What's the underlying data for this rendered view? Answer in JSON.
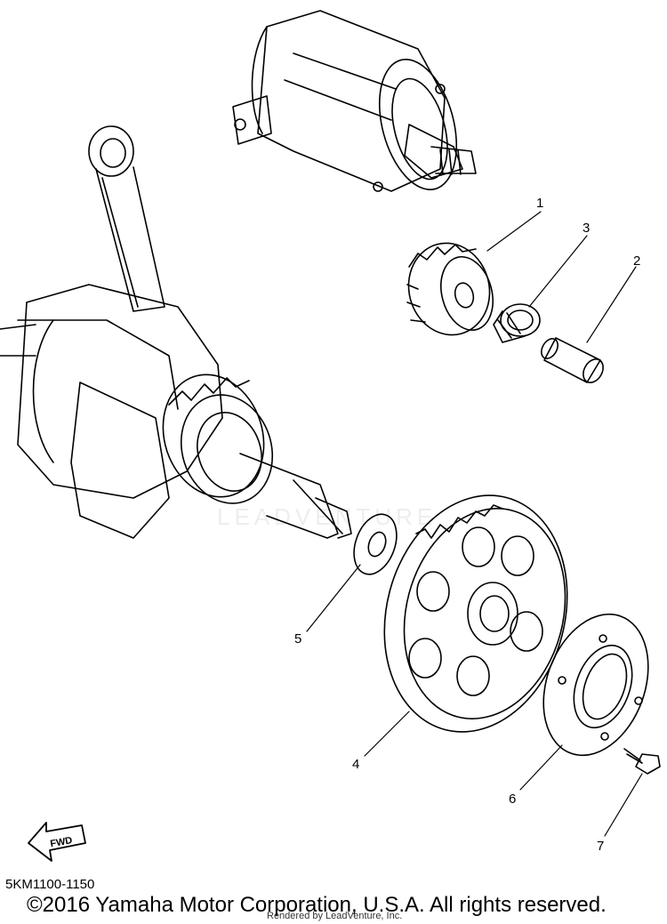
{
  "callouts": {
    "c1": "1",
    "c2": "2",
    "c3": "3",
    "c4": "4",
    "c5": "5",
    "c6": "6",
    "c7": "7"
  },
  "fwd_label": "FWD",
  "diagram_code": "5KM1100-1150",
  "copyright": "©2016 Yamaha Motor Corporation, U.S.A. All rights reserved.",
  "rendered_by": "Rendered by LeadVenture, Inc.",
  "watermark_text": "LEADVENTURE",
  "line_color": "#000000"
}
